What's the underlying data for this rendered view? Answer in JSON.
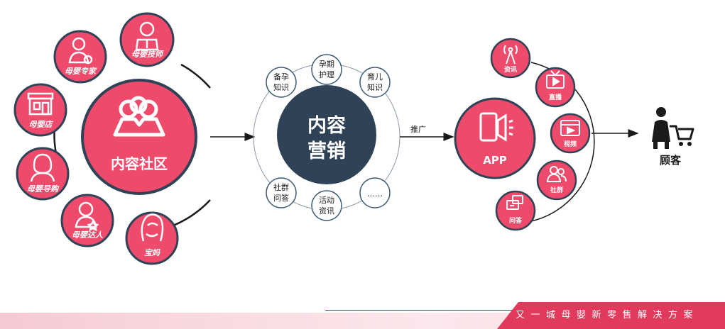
{
  "colors": {
    "brand_pink": "#ee4b6c",
    "dark_navy": "#2f4256",
    "connector": "#1a1a1a",
    "small_circle_border": "#3d5a74",
    "footer_band": "#e23a5c"
  },
  "community": {
    "center_label": "内容社区",
    "center_icon": "group-people-icon",
    "nodes": [
      {
        "label": "母婴技师",
        "icon": "technician-icon"
      },
      {
        "label": "母婴专家",
        "icon": "expert-icon"
      },
      {
        "label": "母婴店",
        "icon": "store-icon"
      },
      {
        "label": "母婴导购",
        "icon": "shopping-guide-icon"
      },
      {
        "label": "母婴达人",
        "icon": "influencer-icon"
      },
      {
        "label": "宝妈",
        "icon": "mother-icon"
      }
    ]
  },
  "marketing": {
    "center_label_line1": "内容",
    "center_label_line2": "营销",
    "topics": [
      {
        "line1": "备孕",
        "line2": "知识"
      },
      {
        "line1": "孕期",
        "line2": "护理"
      },
      {
        "line1": "育儿",
        "line2": "知识"
      },
      {
        "line1": "社群",
        "line2": "问答"
      },
      {
        "line1": "活动",
        "line2": "资讯"
      },
      {
        "line1": "……",
        "line2": ""
      }
    ]
  },
  "promote_label": "推广",
  "app": {
    "label": "APP",
    "icon": "phone-speaker-icon",
    "channels": [
      {
        "label": "资讯",
        "icon": "broadcast-tower-icon"
      },
      {
        "label": "直播",
        "icon": "tv-icon"
      },
      {
        "label": "视频",
        "icon": "video-play-icon"
      },
      {
        "label": "社群",
        "icon": "community-icon"
      },
      {
        "label": "问答",
        "icon": "qa-chat-icon"
      }
    ]
  },
  "customer": {
    "label": "顾客",
    "icon": "shopper-cart-icon"
  },
  "footer": {
    "slogan": "又一城母婴新零售解决方案"
  }
}
